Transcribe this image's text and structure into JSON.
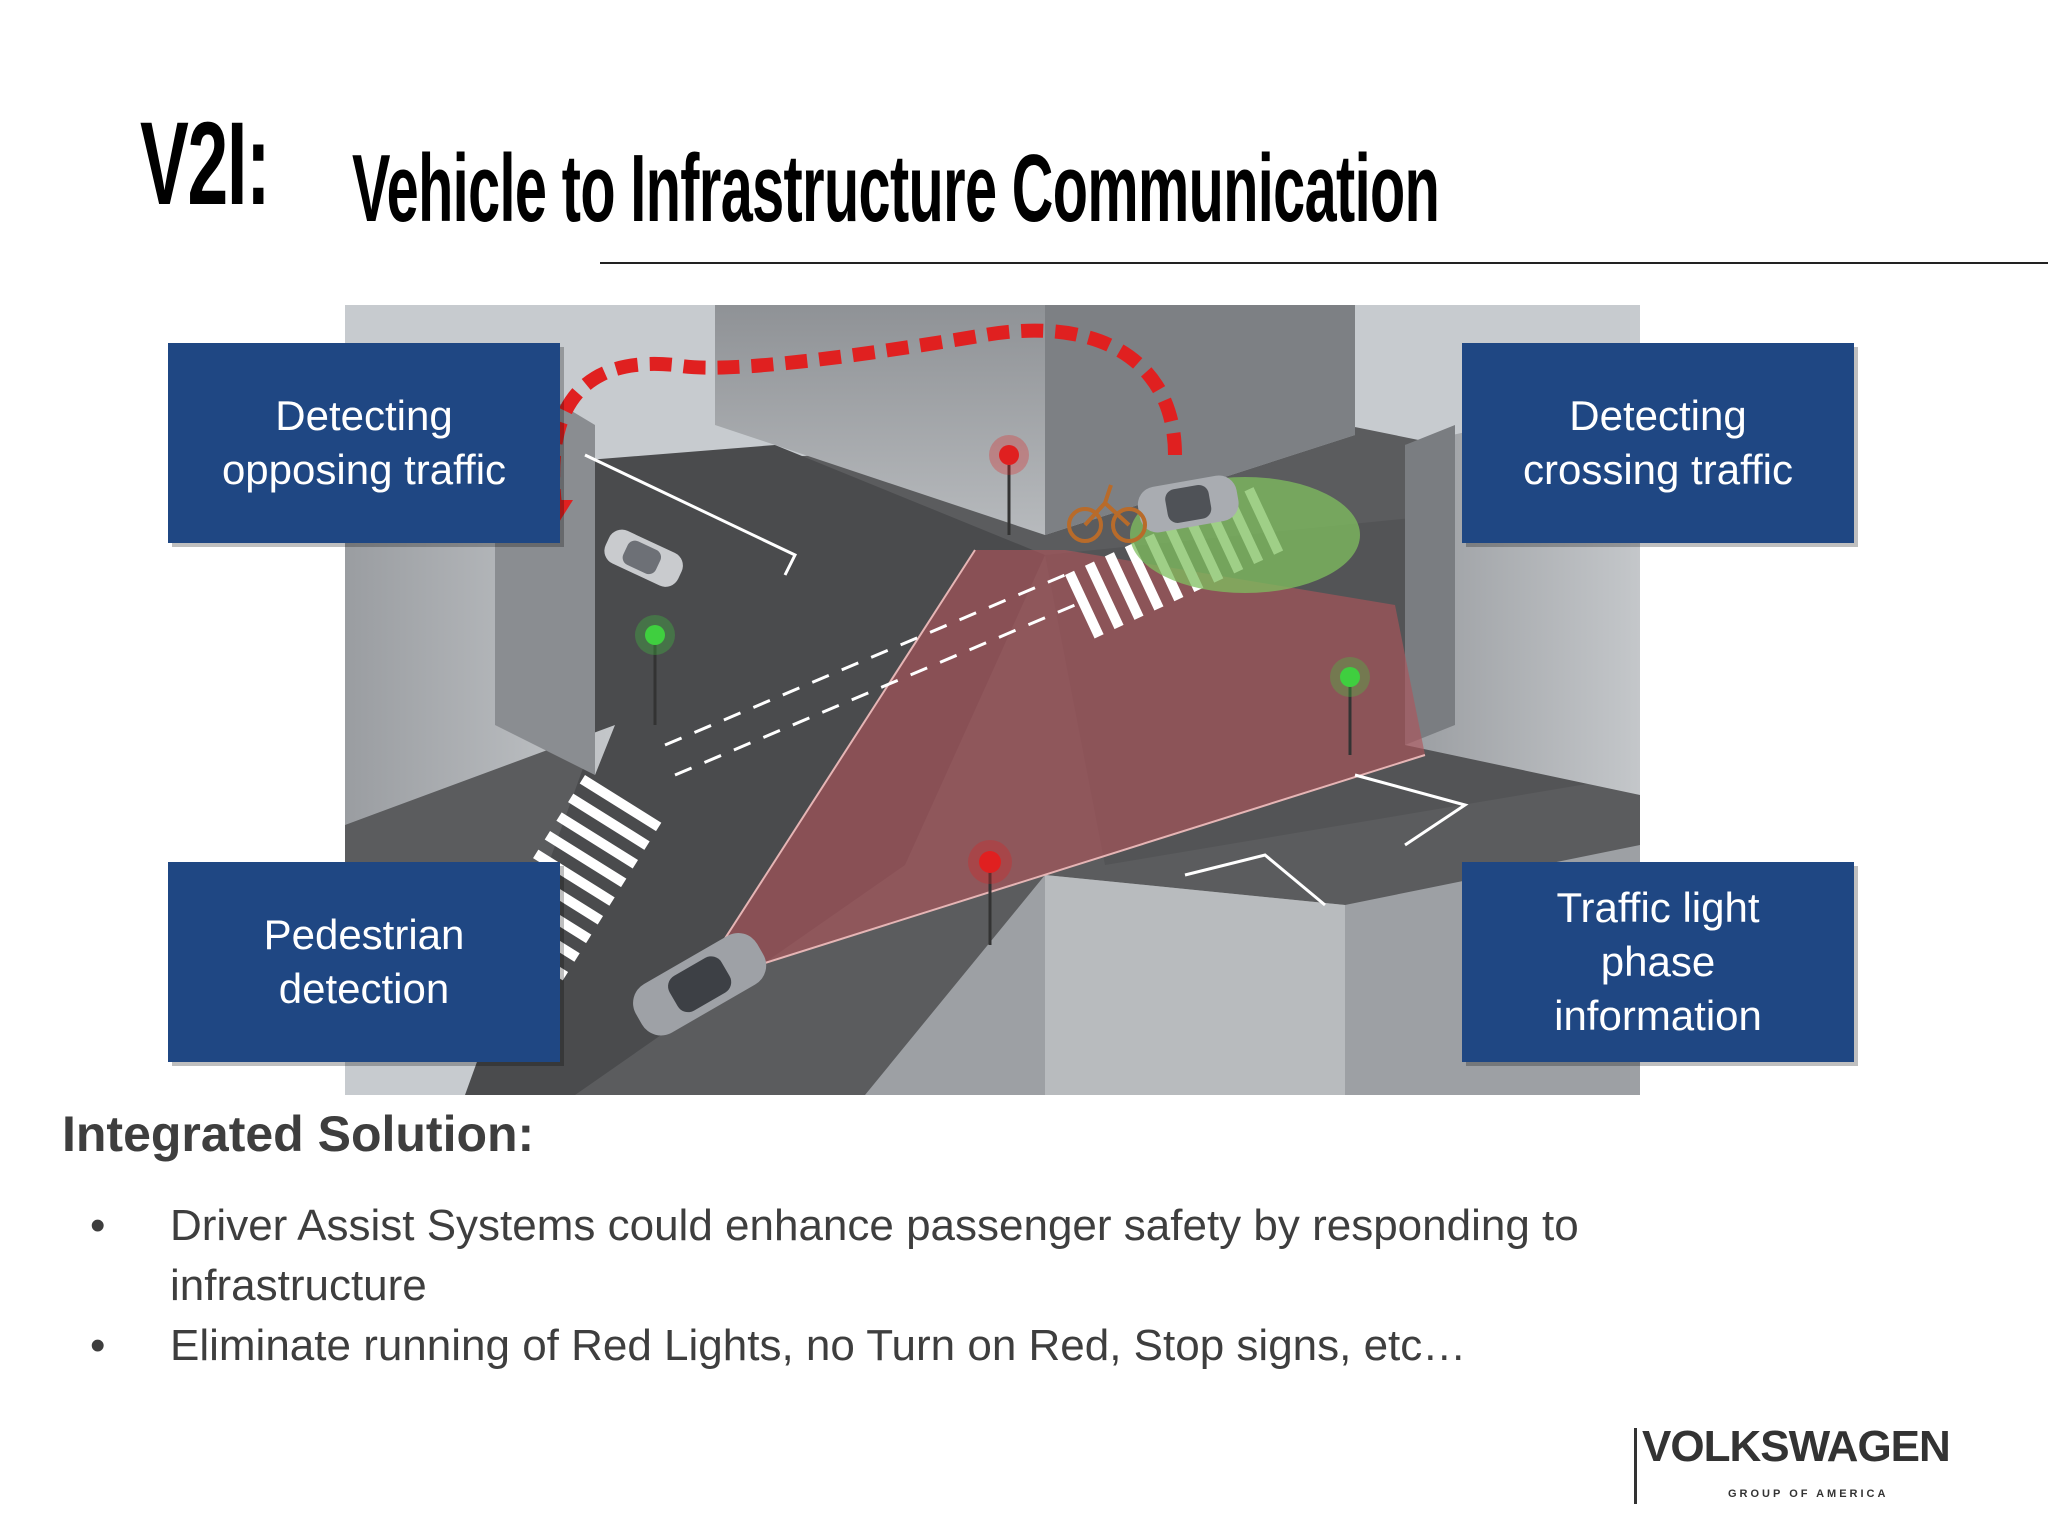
{
  "title": {
    "prefix": "V2I:",
    "rest": "Vehicle to Infrastructure Communication"
  },
  "callouts": {
    "opposing": "Detecting\nopposing traffic",
    "crossing": "Detecting\ncrossing traffic",
    "pedestrian": "Pedestrian\ndetection",
    "traffic_light": "Traffic light\nphase\ninformation"
  },
  "section": {
    "heading": "Integrated Solution:",
    "bullets": [
      "Driver Assist Systems could enhance passenger safety by responding to infrastructure",
      "Eliminate running of Red Lights, no Turn on Red, Stop signs, etc…"
    ],
    "bullet_symbol": "•"
  },
  "logo": {
    "name": "VOLKSWAGEN",
    "sub": "GROUP OF AMERICA"
  },
  "colors": {
    "callout_bg": "#1f4783",
    "signal_red": "#e02020",
    "signal_green": "#3fcf3f",
    "detection_zone": "#b0545a"
  },
  "icons": [
    "car-icon",
    "bicycle-icon",
    "traffic-light-icon",
    "crosswalk-icon",
    "signal-arrow-icon"
  ]
}
